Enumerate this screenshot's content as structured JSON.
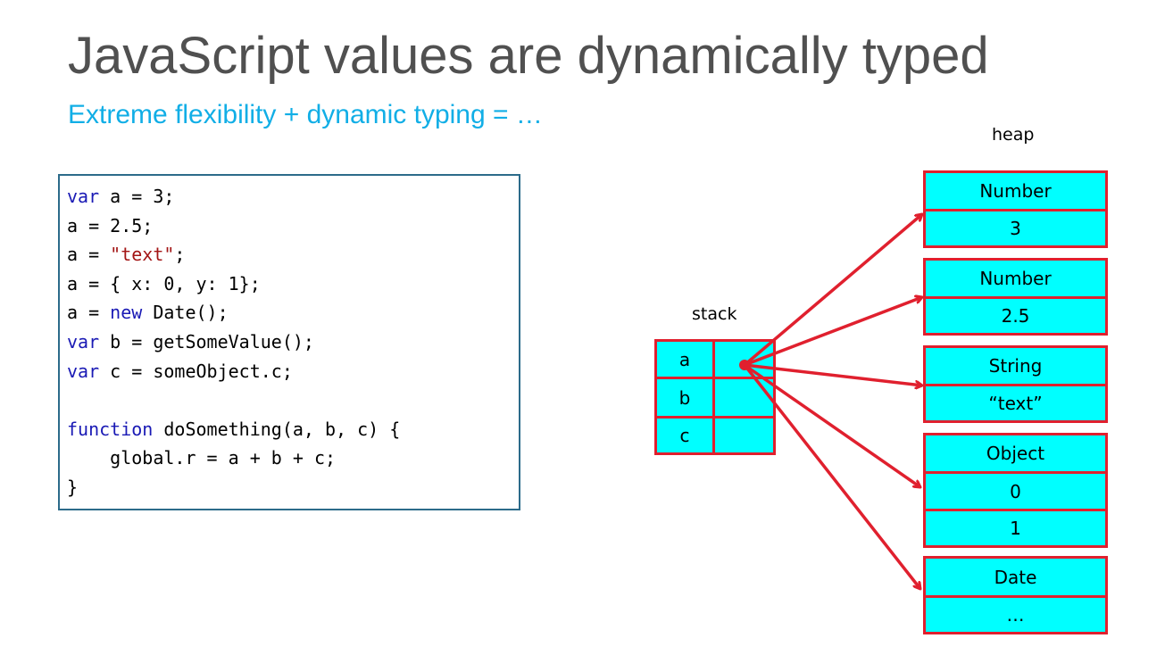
{
  "slide": {
    "title": "JavaScript values are dynamically typed",
    "subtitle": "Extreme flexibility + dynamic typing = …"
  },
  "code": {
    "lines": [
      [
        {
          "t": "var",
          "k": "kw"
        },
        {
          "t": " a = 3;"
        }
      ],
      [
        {
          "t": "a = 2.5;"
        }
      ],
      [
        {
          "t": "a = "
        },
        {
          "t": "\"text\"",
          "k": "str"
        },
        {
          "t": ";"
        }
      ],
      [
        {
          "t": "a = { x: 0, y: 1};"
        }
      ],
      [
        {
          "t": "a = "
        },
        {
          "t": "new",
          "k": "kw"
        },
        {
          "t": " Date();"
        }
      ],
      [
        {
          "t": "var",
          "k": "kw"
        },
        {
          "t": " b = getSomeValue();"
        }
      ],
      [
        {
          "t": "var",
          "k": "kw"
        },
        {
          "t": " c = someObject.c;"
        }
      ],
      [],
      [
        {
          "t": "function",
          "k": "kw"
        },
        {
          "t": " doSomething(a, b, c) {"
        }
      ],
      [
        {
          "t": "    global.r = a + b + c;"
        }
      ],
      [
        {
          "t": "}"
        }
      ]
    ]
  },
  "stack": {
    "label": "stack",
    "vars": [
      "a",
      "b",
      "c"
    ]
  },
  "heap": {
    "label": "heap",
    "objects": [
      {
        "type": "Number",
        "values": [
          "3"
        ]
      },
      {
        "type": "Number",
        "values": [
          "2.5"
        ]
      },
      {
        "type": "String",
        "values": [
          "“text”"
        ]
      },
      {
        "type": "Object",
        "values": [
          "0",
          "1"
        ]
      },
      {
        "type": "Date",
        "values": [
          "…"
        ]
      }
    ]
  },
  "colors": {
    "cell_fill": "#00ffff",
    "cell_border": "#e0202e",
    "arrow": "#e0202e",
    "title": "#505050",
    "subtitle": "#11aee6",
    "keyword": "#1a1ab5",
    "string": "#a31515",
    "code_border": "#2c6b8a"
  }
}
